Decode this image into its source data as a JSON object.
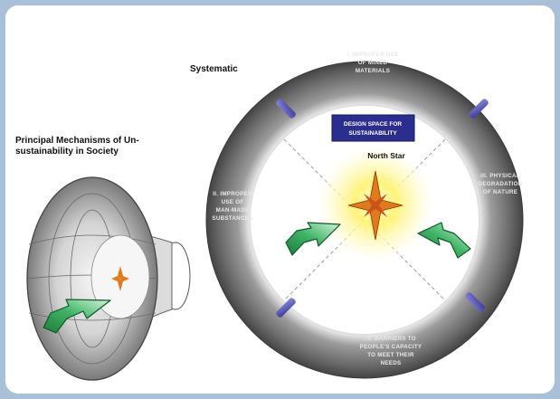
{
  "labels": {
    "systematic": "Systematic",
    "principal": "Principal Mechanisms of Un-sustainability in Society",
    "design_space": [
      "DESIGN SPACE FOR",
      "SUSTAINABILITY"
    ],
    "north_star": "North Star"
  },
  "ring_sections": [
    {
      "lines": [
        "I. IMPROPER USE",
        "OF MINED",
        "MATERIALS"
      ]
    },
    {
      "lines": [
        "III. PHYSICAL",
        "DEGRADATION",
        "OF NATURE"
      ]
    },
    {
      "lines": [
        "IV. BARRIERS TO",
        "PEOPLE'S CAPACITY",
        "TO MEET THEIR",
        "NEEDS"
      ]
    },
    {
      "lines": [
        "II. IMPROPER",
        "USE OF",
        "MAN-MADE",
        "SUBSTANCES"
      ]
    }
  ],
  "colors": {
    "background": "#a9c0d8",
    "ring": "#5a5a5a",
    "design_box": "#2b2d8f",
    "star": "#e07a1a",
    "arrow": "#2e9a4e",
    "glow": "#fff27a"
  }
}
